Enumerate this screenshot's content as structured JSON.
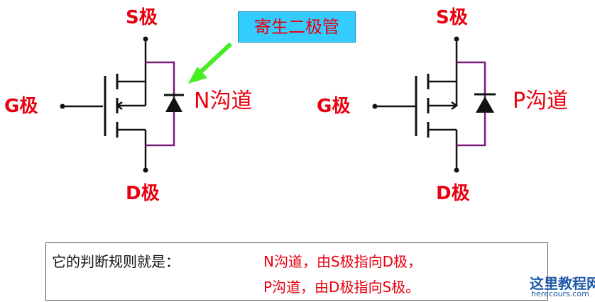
{
  "labels": {
    "s_left": "S极",
    "g_left": "G极",
    "d_left": "D极",
    "s_right": "S极",
    "g_right": "G极",
    "d_right": "D极",
    "n_channel": "N沟道",
    "p_channel": "P沟道"
  },
  "callout": "寄生二极管",
  "rules": {
    "intro": "它的判断规则就是：",
    "n_rule": "N沟道，由S极指向D极，",
    "p_rule": "P沟道，由D极指向S极。"
  },
  "watermark": {
    "text": "这里教程网",
    "url": "herecours.com"
  },
  "colors": {
    "label": "#e8000f",
    "callout_bg": "#33ccff",
    "arrow": "#44ee22",
    "body_wire": "#7a1a7a",
    "wire": "#111111"
  }
}
